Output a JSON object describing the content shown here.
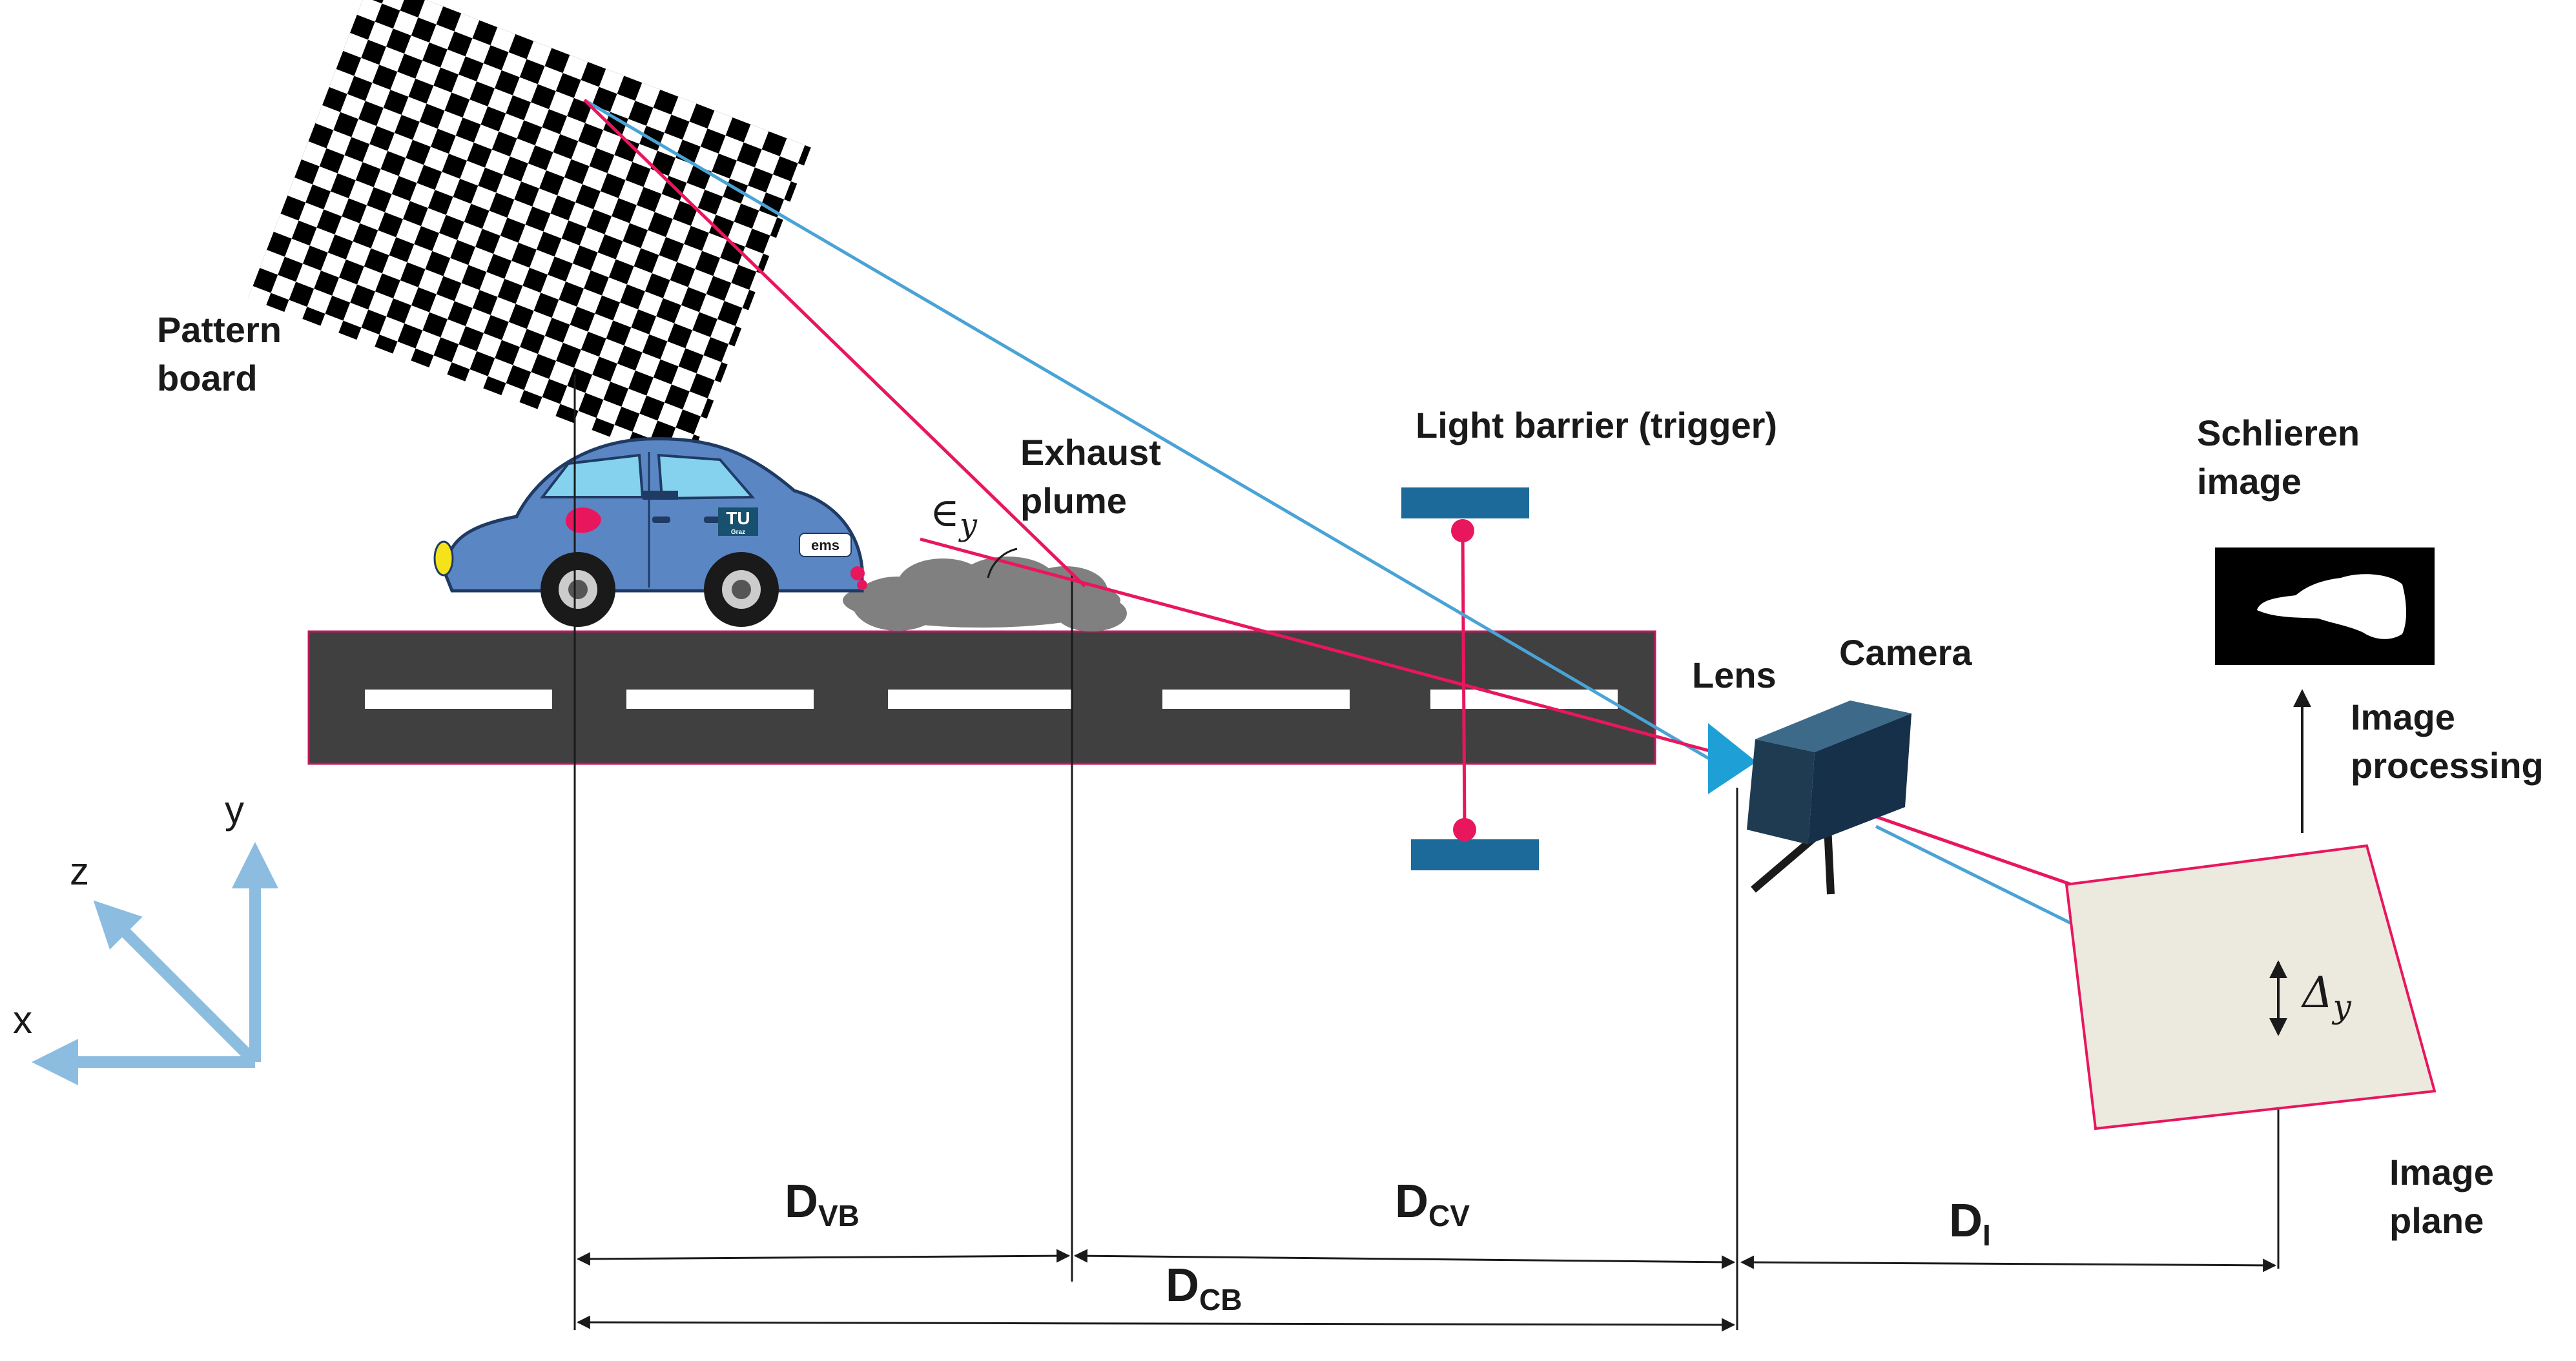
{
  "labels": {
    "pattern_board_line1": "Pattern",
    "pattern_board_line2": "board",
    "exhaust_line1": "Exhaust",
    "exhaust_line2": "plume",
    "light_barrier": "Light barrier (trigger)",
    "schlieren_line1": "Schlieren",
    "schlieren_line2": "image",
    "lens": "Lens",
    "camera": "Camera",
    "processing_line1": "Image",
    "processing_line2": "processing",
    "image_plane_line1": "Image",
    "image_plane_line2": "plane",
    "car_logo": "TU",
    "car_logo_small": "Graz",
    "car_badge": "ems"
  },
  "axes": {
    "x": "x",
    "y": "y",
    "z": "z"
  },
  "math": {
    "epsilon_symbol": "∈",
    "epsilon_sub": "y",
    "delta_symbol": "Δ",
    "delta_sub": "y"
  },
  "distances": {
    "dvb_main": "D",
    "dvb_sub": "VB",
    "dcv_main": "D",
    "dcv_sub": "CV",
    "dcb_main": "D",
    "dcb_sub": "CB",
    "di_main": "D",
    "di_sub": "I"
  },
  "colors": {
    "red_ray": "#e8175d",
    "blue_ray": "#4aa3d6",
    "road": "#404040",
    "car_body": "#5b86c4",
    "axis_arrow": "#8cbde0",
    "camera": "#1f3b52",
    "barrier": "#1b6a99",
    "image_plane_fill": "#ece9df"
  }
}
